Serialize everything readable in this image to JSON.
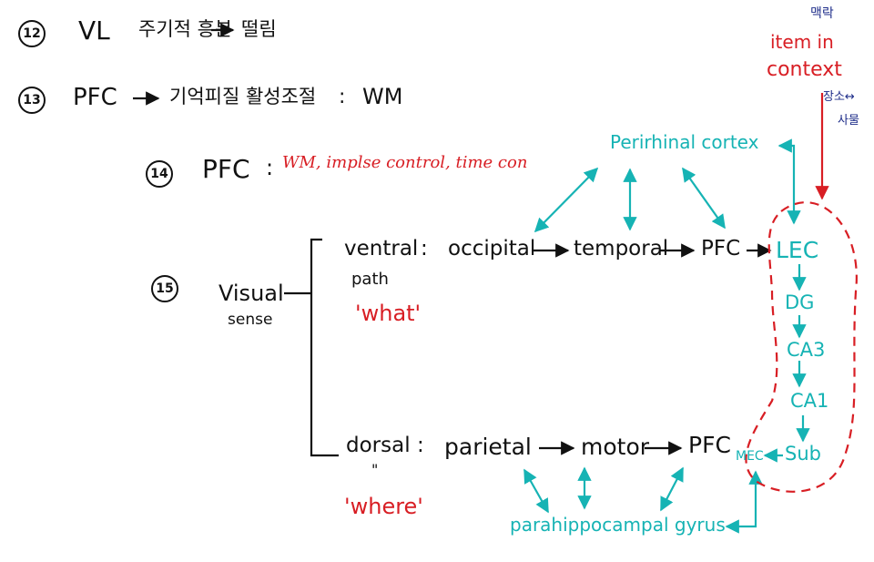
{
  "items": [
    {
      "number": "12",
      "subject": "VL",
      "arrow": "→",
      "desc": "주기적 흥분",
      "result": "떨림"
    },
    {
      "number": "13",
      "subject": "PFC",
      "arrow": "→",
      "desc": "기억피질 활성조절",
      "sep": ":",
      "result": "WM"
    },
    {
      "number": "14",
      "subject": "PFC",
      "sep": ":",
      "result": "WM,  implse control,  time con"
    },
    {
      "number": "15"
    }
  ],
  "diagram": {
    "root": {
      "label": "Visual",
      "sublabel": "sense"
    },
    "ventral": {
      "label": "ventral",
      "sublabel": "path",
      "sep": ":",
      "tag": "'what'",
      "chain": [
        "occipital",
        "temporal",
        "PFC"
      ]
    },
    "dorsal": {
      "label": "dorsal",
      "sublabel": "\"",
      "sep": ":",
      "tag": "'where'",
      "chain": [
        "parietal",
        "motor",
        "PFC"
      ]
    },
    "perirhinal": "Perirhinal cortex",
    "parahippocampal": "parahippocampal gyrus",
    "hippocampus": [
      "LEC",
      "DG",
      "CA3",
      "CA1",
      "Sub",
      "MEC"
    ],
    "note": {
      "korean_top": "맥락",
      "label1": "item in",
      "label2": "context",
      "korean_side1": "장소↔",
      "korean_side2": "사물"
    }
  },
  "colors": {
    "black": "#111111",
    "red": "#d81e24",
    "cyan": "#16b3b4",
    "navy": "#1f2e8a"
  }
}
